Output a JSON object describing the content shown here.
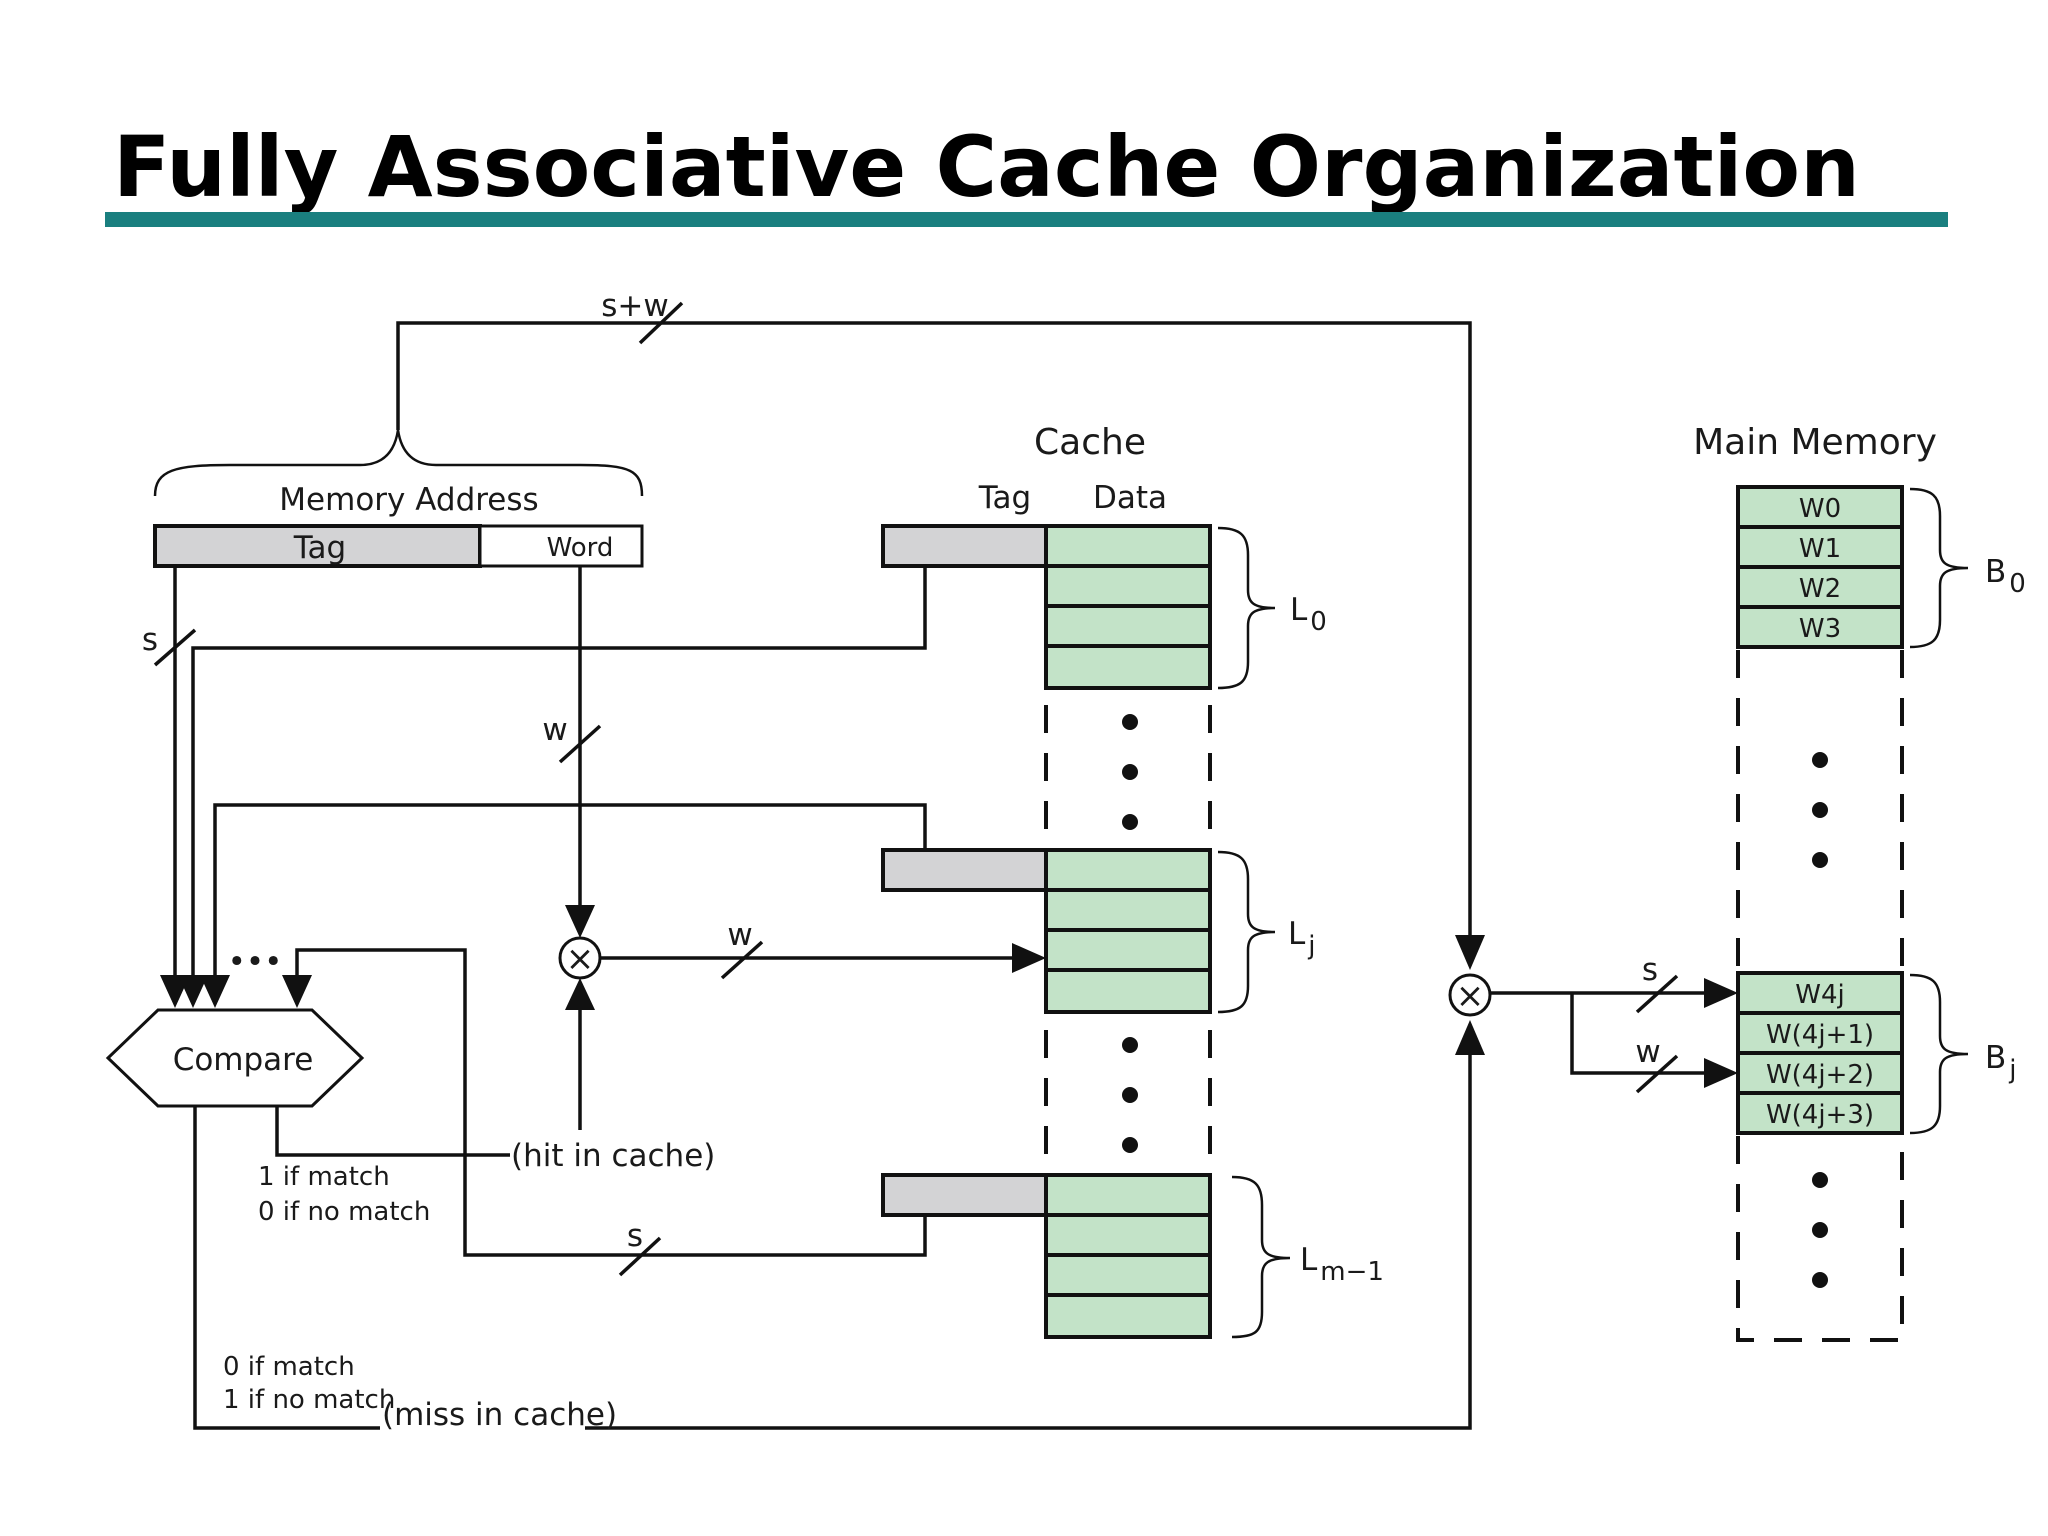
{
  "title": "Fully Associative Cache Organization",
  "colors": {
    "title_rule": "#1a7f7f",
    "data_cell": "#c3e3c8",
    "tag_cell": "#d3d3d5"
  },
  "memory_address": {
    "label": "Memory Address",
    "tag": "Tag",
    "word": "Word"
  },
  "cache": {
    "label": "Cache",
    "tag_header": "Tag",
    "data_header": "Data",
    "lines": [
      {
        "base": "L",
        "sub": "0"
      },
      {
        "base": "L",
        "sub": "j"
      },
      {
        "base": "L",
        "sub": "m−1"
      }
    ]
  },
  "main_memory": {
    "label": "Main Memory",
    "block0_words": [
      "W0",
      "W1",
      "W2",
      "W3"
    ],
    "blockj_words": [
      "W4j",
      "W(4j+1)",
      "W(4j+2)",
      "W(4j+3)"
    ],
    "blocks": [
      {
        "base": "B",
        "sub": "0"
      },
      {
        "base": "B",
        "sub": "j"
      }
    ]
  },
  "bus_labels": {
    "sw": "s+w",
    "s": "s",
    "w": "w"
  },
  "compare": {
    "label": "Compare",
    "ellipsis": "•••",
    "hit_out_1": "1 if match",
    "hit_out_2": "0 if no match",
    "miss_out_1": "0 if match",
    "miss_out_2": "1 if no match"
  },
  "signals": {
    "hit": "(hit in cache)",
    "miss": "(miss in cache)"
  },
  "mux_symbol": "×"
}
